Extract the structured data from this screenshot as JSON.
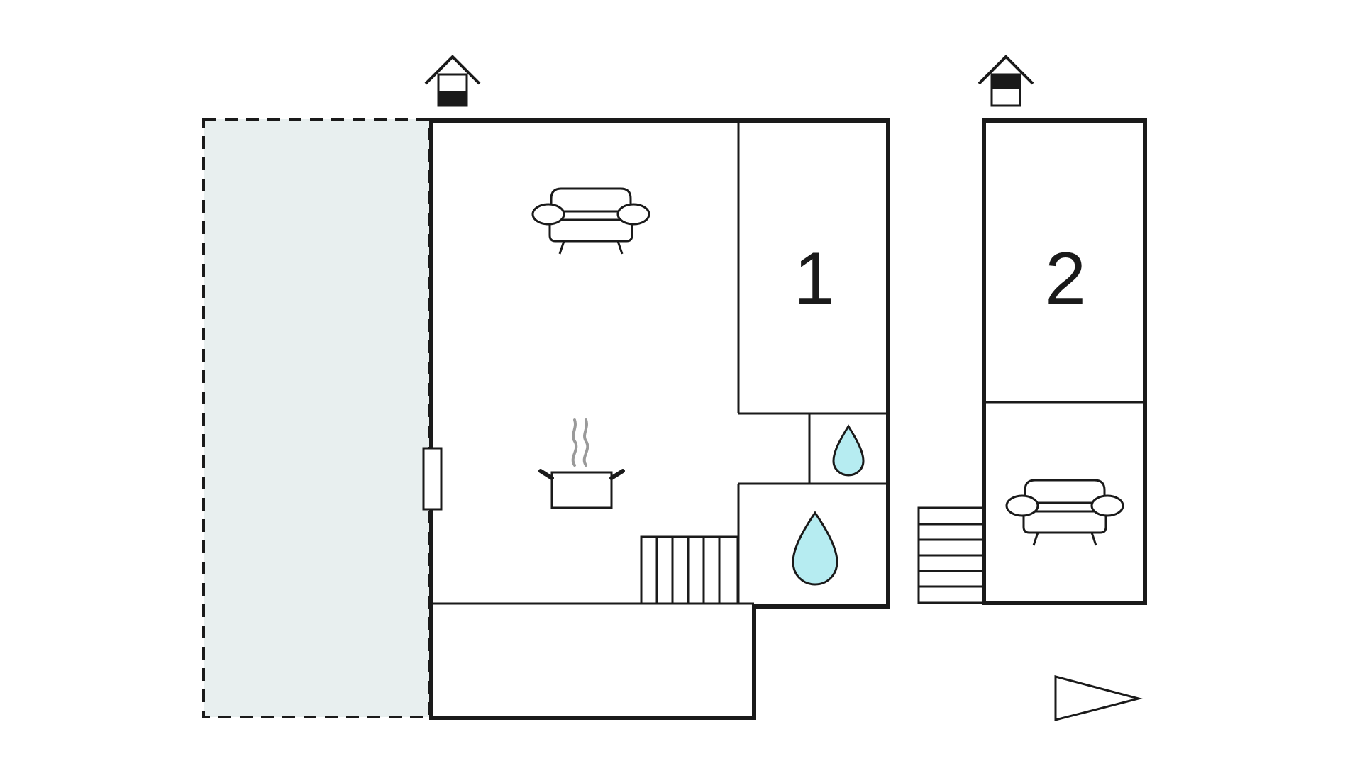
{
  "floorplan": {
    "rooms": [
      {
        "id": "bedroom-1",
        "label": "1"
      },
      {
        "id": "bedroom-2",
        "label": "2"
      }
    ],
    "icons": {
      "living_room": "sofa-icon",
      "kitchen": "cooking-pot-icon",
      "toilet": "water-drop-icon",
      "bathroom": "water-drop-icon",
      "annex_living": "sofa-icon",
      "entrance_main": "house-entrance-icon",
      "entrance_annex": "house-entrance-icon",
      "north_arrow": "north-arrow-icon"
    },
    "colors": {
      "line": "#1a1a1a",
      "terrace_fill": "#e8efef",
      "water": "#b6ecf1",
      "steam": "#9a9a9a"
    }
  }
}
